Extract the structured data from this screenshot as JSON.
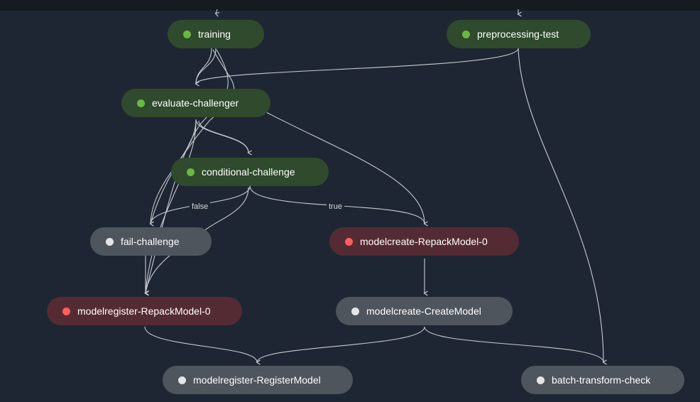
{
  "nodes": {
    "training": {
      "label": "training",
      "status": "succeeded"
    },
    "preprocessing_test": {
      "label": "preprocessing-test",
      "status": "succeeded"
    },
    "evaluate_challenger": {
      "label": "evaluate-challenger",
      "status": "succeeded"
    },
    "conditional_challenge": {
      "label": "conditional-challenge",
      "status": "succeeded"
    },
    "fail_challenge": {
      "label": "fail-challenge",
      "status": "pending"
    },
    "modelcreate_repack": {
      "label": "modelcreate-RepackModel-0",
      "status": "failed"
    },
    "modelregister_repack": {
      "label": "modelregister-RepackModel-0",
      "status": "failed"
    },
    "modelcreate_createmodel": {
      "label": "modelcreate-CreateModel",
      "status": "pending"
    },
    "modelregister_registermodel": {
      "label": "modelregister-RegisterModel",
      "status": "pending"
    },
    "batch_transform_check": {
      "label": "batch-transform-check",
      "status": "pending"
    }
  },
  "edge_labels": {
    "false": "false",
    "true": "true"
  },
  "colors": {
    "background": "#1e2633",
    "edge": "#c9ccd1",
    "succeeded_fill": "#2f4a2c",
    "failed_fill": "#552b33",
    "pending_fill": "#4f555d",
    "succeeded_dot": "#6ab844",
    "failed_dot": "#ff5f5f",
    "pending_dot": "#e3e5e8"
  }
}
